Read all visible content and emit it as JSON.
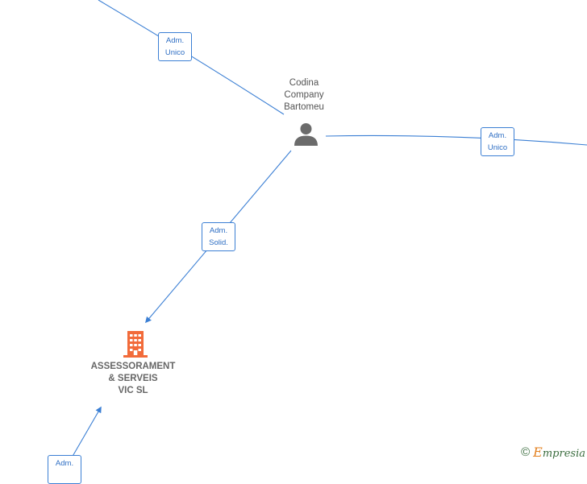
{
  "person": {
    "name_lines": [
      "Codina",
      "Company",
      "Bartomeu"
    ],
    "icon": "person-icon"
  },
  "company": {
    "name_lines": [
      "ASSESSORAMENT",
      "& SERVEIS",
      "VIC  SL"
    ],
    "icon": "building-icon",
    "color": "#f26b3a"
  },
  "edges": {
    "top_left": {
      "line1": "Adm.",
      "line2": "Unico"
    },
    "right": {
      "line1": "Adm.",
      "line2": "Unico"
    },
    "to_company": {
      "line1": "Adm.",
      "line2": "Solid."
    },
    "bottom_left": {
      "line1": "Adm."
    }
  },
  "colors": {
    "edge": "#3b7fd4",
    "person_icon": "#6b6b6b"
  },
  "watermark": {
    "symbol": "©",
    "brand_initial": "E",
    "brand_rest": "mpresia"
  }
}
